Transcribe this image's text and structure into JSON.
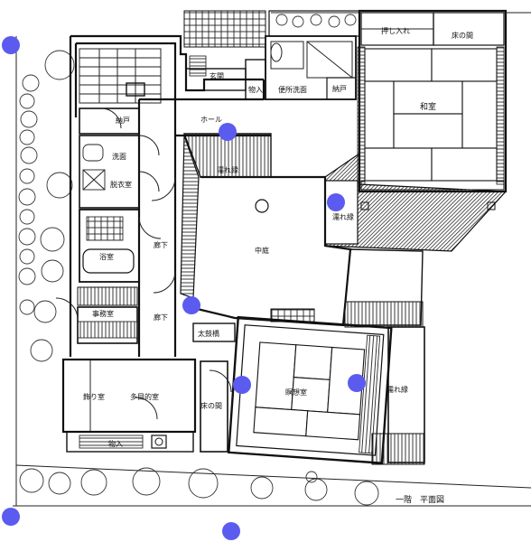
{
  "rooms": {
    "oshiire": "押し入れ",
    "tokonoma_top": "床の間",
    "genkan": "玄関",
    "monoire_top": "物入",
    "senmen": "便所洗面",
    "nando_right": "納戸",
    "washitsu": "和室",
    "nando_left": "納戸",
    "hall": "ホール",
    "sentaku": "洗面",
    "datsuisitsu": "脱衣室",
    "nurein_top": "濡れ縁",
    "nurein_mid": "濡れ縁",
    "yokushitsu": "浴室",
    "roka_upper": "廊下",
    "nakaniwa": "中庭",
    "jimushitsu": "事務室",
    "roka_lower": "廊下",
    "taikobashi": "太鼓橋",
    "kazari": "飾り室",
    "tamokuteki": "多目的室",
    "tokonoma_bottom": "床の間",
    "meisou": "瞑想室",
    "nurein_right": "濡れ縁",
    "monoire_bottom": "物入"
  },
  "caption": "一階　平面図",
  "marker_color": "#5b5bf0"
}
